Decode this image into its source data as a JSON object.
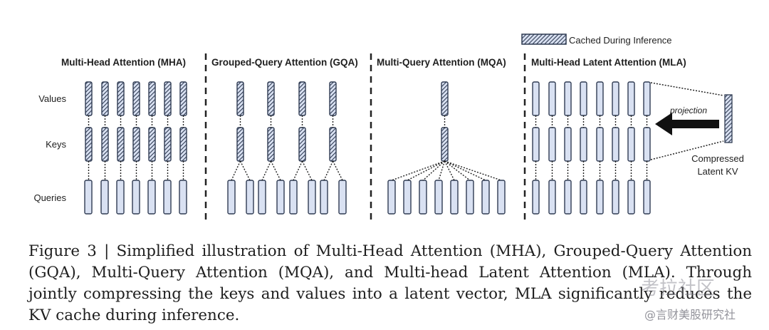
{
  "legend": {
    "label": "Cached During Inference"
  },
  "panels": [
    {
      "id": "mha",
      "title": "Multi-Head Attention (MHA)",
      "values_cached": true,
      "keys_cached": true
    },
    {
      "id": "gqa",
      "title": "Grouped-Query Attention (GQA)",
      "values_cached": true,
      "keys_cached": true
    },
    {
      "id": "mqa",
      "title": "Multi-Query Attention (MQA)",
      "values_cached": true,
      "keys_cached": true
    },
    {
      "id": "mla",
      "title": "Multi-Head Latent Attention (MLA)",
      "values_cached": false,
      "keys_cached": false
    }
  ],
  "row_labels": {
    "values": "Values",
    "keys": "Keys",
    "queries": "Queries"
  },
  "mla": {
    "projection_label": "projection",
    "latent_label_line1": "Compressed",
    "latent_label_line2": "Latent KV"
  },
  "caption": "Figure 3 | Simplified illustration of Multi-Head Attention (MHA), Grouped-Query Attention (GQA), Multi-Query Attention (MQA), and Multi-head Latent Attention (MLA). Through jointly compressing the keys and values into a latent vector, MLA significantly reduces the KV cache during inference.",
  "watermark": {
    "logo": "考拉社区",
    "handle": "@言财美股研究社"
  },
  "colors": {
    "fill": "#d9e1f2",
    "stroke": "#2f3b52",
    "hatch": "#2f3b52"
  }
}
